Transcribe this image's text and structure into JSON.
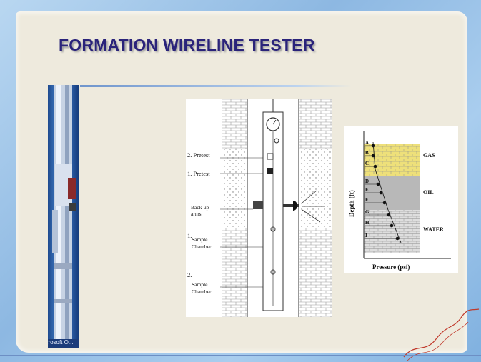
{
  "slide": {
    "title": "FORMATION WIRELINE TESTER",
    "caption": "Microsoft O..."
  },
  "diagram": {
    "labels": {
      "pretest_2": "2.  Pretest",
      "pretest_1": "1.  Pretest",
      "backup_1": "Back-up",
      "backup_2": "arms",
      "num_1": "1.",
      "sample_1a": "Sample",
      "sample_1b": "Chamber",
      "num_2": "2.",
      "sample_2a": "Sample",
      "sample_2b": "Chamber"
    }
  },
  "chart": {
    "ylabel": "Depth  (ft)",
    "xlabel": "Pressure  (psi)",
    "zones": [
      {
        "name": "GAS",
        "color": "#eee07a"
      },
      {
        "name": "OIL",
        "color": "#b8b8b8"
      },
      {
        "name": "WATER",
        "color": "#dedede"
      }
    ],
    "points": [
      "A",
      "B",
      "C",
      "D",
      "E",
      "F",
      "G",
      "H",
      "I"
    ]
  },
  "colors": {
    "title": "#2a237a",
    "paper": "#eeeadd",
    "frame": "#9ec3e6"
  }
}
